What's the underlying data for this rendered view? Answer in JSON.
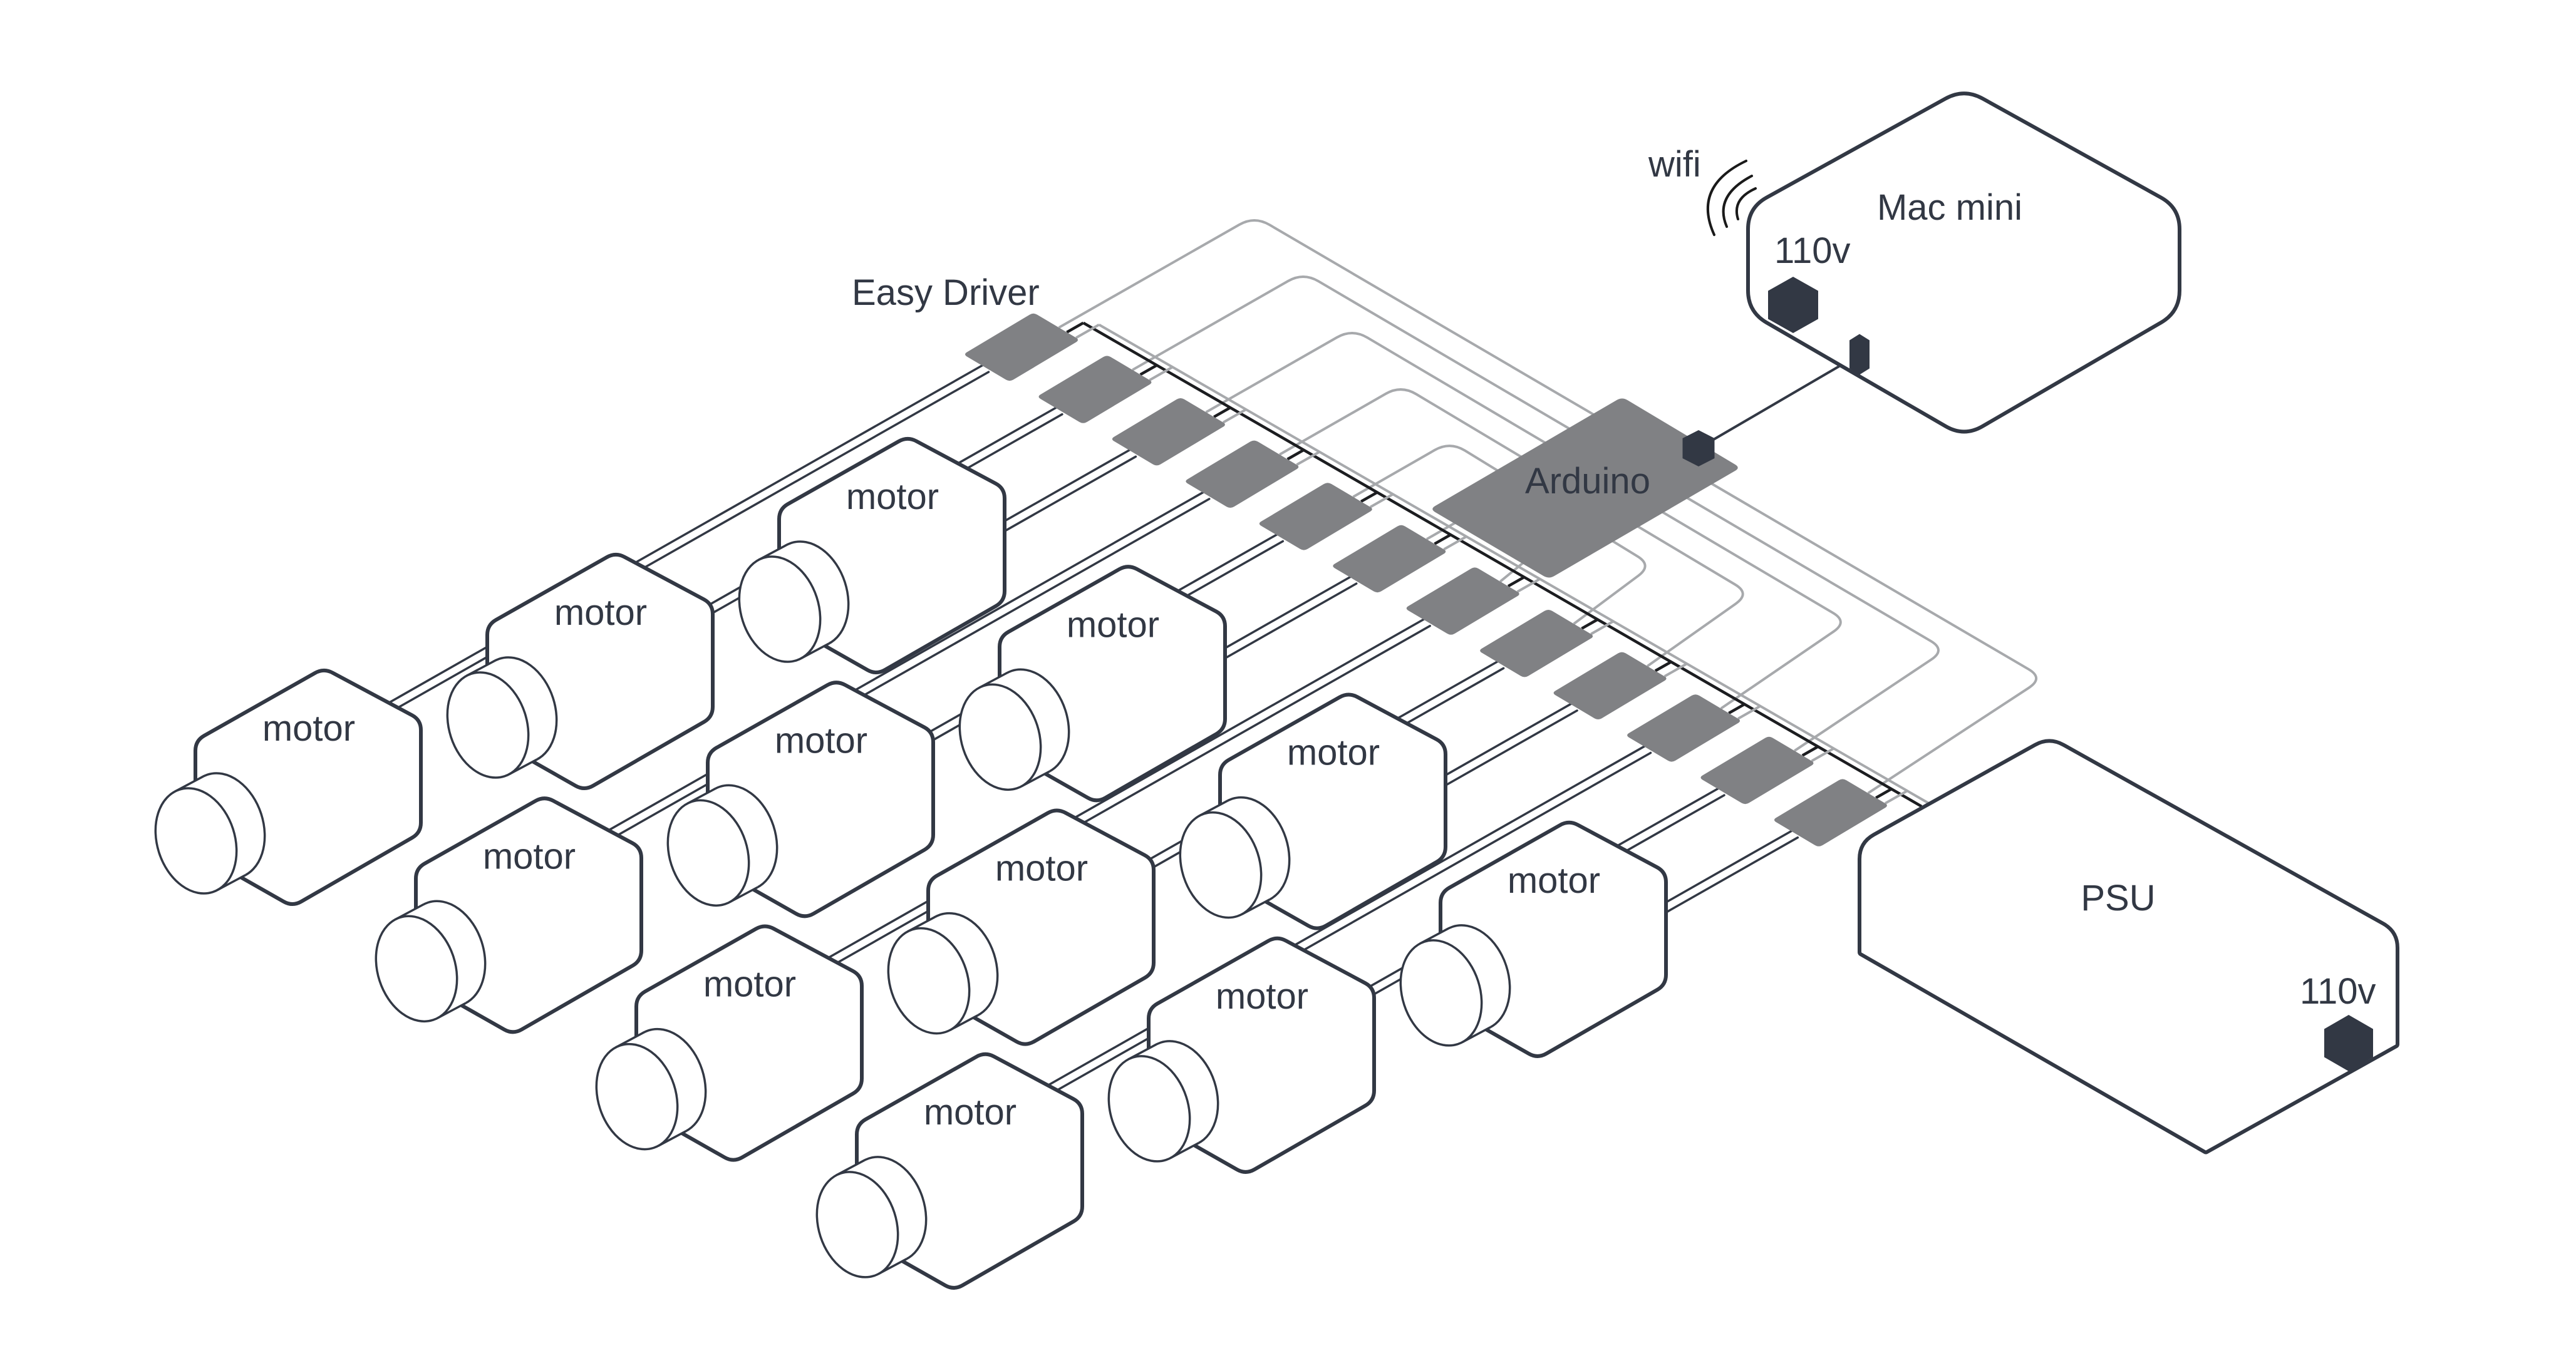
{
  "driver_boards": {
    "label": "Easy Driver"
  },
  "motors": [
    {
      "label": "motor"
    },
    {
      "label": "motor"
    },
    {
      "label": "motor"
    },
    {
      "label": "motor"
    },
    {
      "label": "motor"
    },
    {
      "label": "motor"
    },
    {
      "label": "motor"
    },
    {
      "label": "motor"
    },
    {
      "label": "motor"
    },
    {
      "label": "motor"
    },
    {
      "label": "motor"
    },
    {
      "label": "motor"
    }
  ],
  "arduino": {
    "label": "Arduino"
  },
  "mac_mini": {
    "label": "Mac mini",
    "power_label": "110v",
    "wireless_label": "wifi"
  },
  "psu": {
    "label": "PSU",
    "power_label": "110v"
  },
  "icons": {
    "power_port": "hexagon-power-port-icon",
    "usb_port": "hexagon-usb-port-icon",
    "wireless": "wifi-signal-icon"
  },
  "colors": {
    "outline": "#323844",
    "board": "#808184",
    "signal_wire": "#a7a9ac",
    "bus_wire": "#1c1d20",
    "background": "#ffffff"
  }
}
